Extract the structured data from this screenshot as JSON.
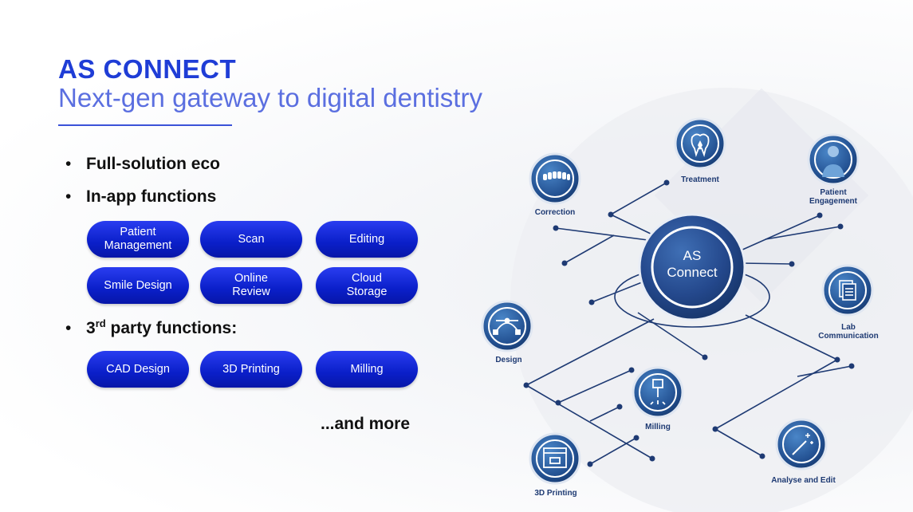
{
  "header": {
    "title": "AS CONNECT",
    "subtitle": "Next-gen gateway to digital dentistry"
  },
  "bullets": {
    "full_solution": "Full-solution eco",
    "in_app": "In-app functions",
    "third_party_prefix": "3",
    "third_party_sup": "rd",
    "third_party_suffix": " party functions:"
  },
  "in_app_functions": {
    "patient_management": "Patient\nManagement",
    "scan": "Scan",
    "editing": "Editing",
    "smile_design": "Smile Design",
    "online_review": "Online\nReview",
    "cloud_storage": "Cloud\nStorage"
  },
  "third_party_functions": {
    "cad_design": "CAD Design",
    "printing": "3D Printing",
    "milling": "Milling"
  },
  "more": "...and more",
  "diagram": {
    "hub": "AS\nConnect",
    "nodes": {
      "treatment": "Treatment",
      "correction": "Correction",
      "patient_engagement": "Patient\nEngagement",
      "lab_communication": "Lab\nCommunication",
      "design": "Design",
      "milling": "Milling",
      "printing": "3D Printing",
      "analyse_edit": "Analyse and Edit"
    },
    "icons": {
      "treatment": "tooth-sparkle-icon",
      "correction": "dental-arch-icon",
      "patient_engagement": "dentist-avatar-icon",
      "lab_communication": "document-stack-icon",
      "design": "bezier-curve-icon",
      "milling": "milling-drill-icon",
      "printing": "3d-printer-icon",
      "analyse_edit": "magic-wand-icon"
    }
  },
  "colors": {
    "title": "#1f3dd6",
    "subtitle": "#5b6fe0",
    "pill": "#0a1fc9",
    "node_dark": "#1e3a73",
    "node_light": "#4a86c8"
  }
}
